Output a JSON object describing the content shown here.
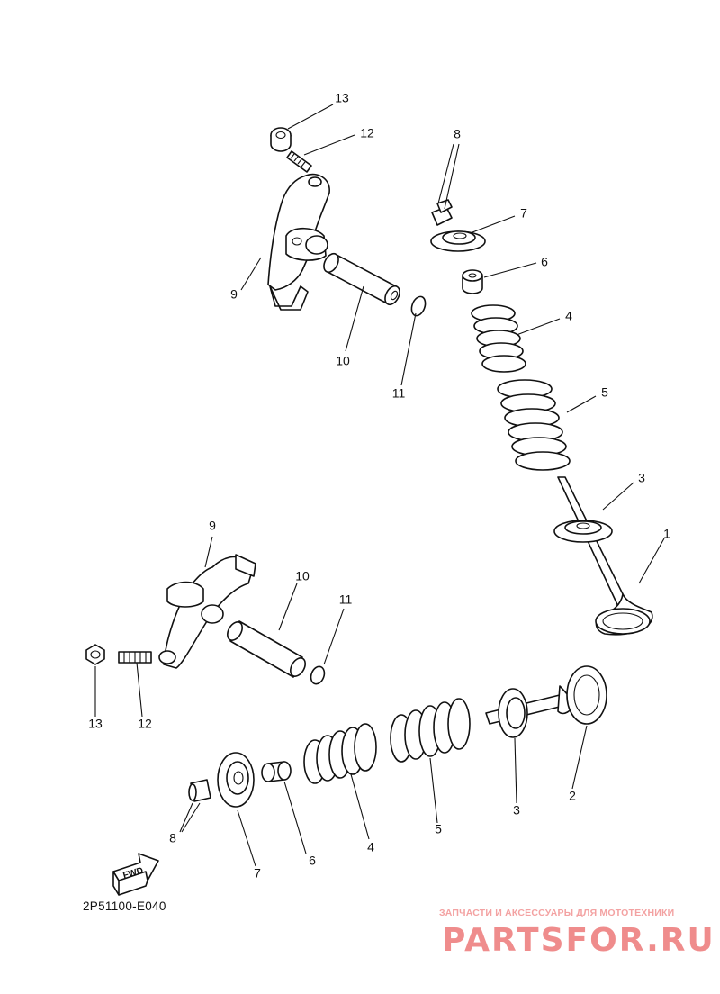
{
  "drawing_code": "2P51100-E040",
  "watermark": {
    "tagline": "ЗАПЧАСТИ И АКСЕССУАРЫ ДЛЯ МОТОТЕХНИКИ",
    "logo": "PARTSFOR.RU"
  },
  "fwd_label": "FWD",
  "labels": {
    "top": [
      "13",
      "12",
      "8",
      "7",
      "6",
      "4",
      "5",
      "3",
      "1",
      "9",
      "10",
      "11"
    ],
    "mid": [
      "9",
      "10",
      "11",
      "13",
      "12"
    ],
    "bottom": [
      "8",
      "7",
      "6",
      "4",
      "5",
      "3",
      "2"
    ]
  }
}
